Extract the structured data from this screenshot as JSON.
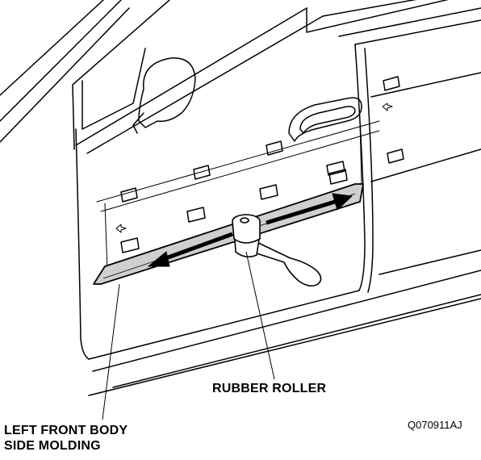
{
  "callouts": {
    "rubber_roller": "RUBBER ROLLER",
    "molding_line1": "LEFT FRONT BODY",
    "molding_line2": "SIDE MOLDING"
  },
  "figure_id": "Q070911AJ",
  "colors": {
    "line": "#000000",
    "molding_fill": "#cfcfcf",
    "background": "#ffffff"
  }
}
